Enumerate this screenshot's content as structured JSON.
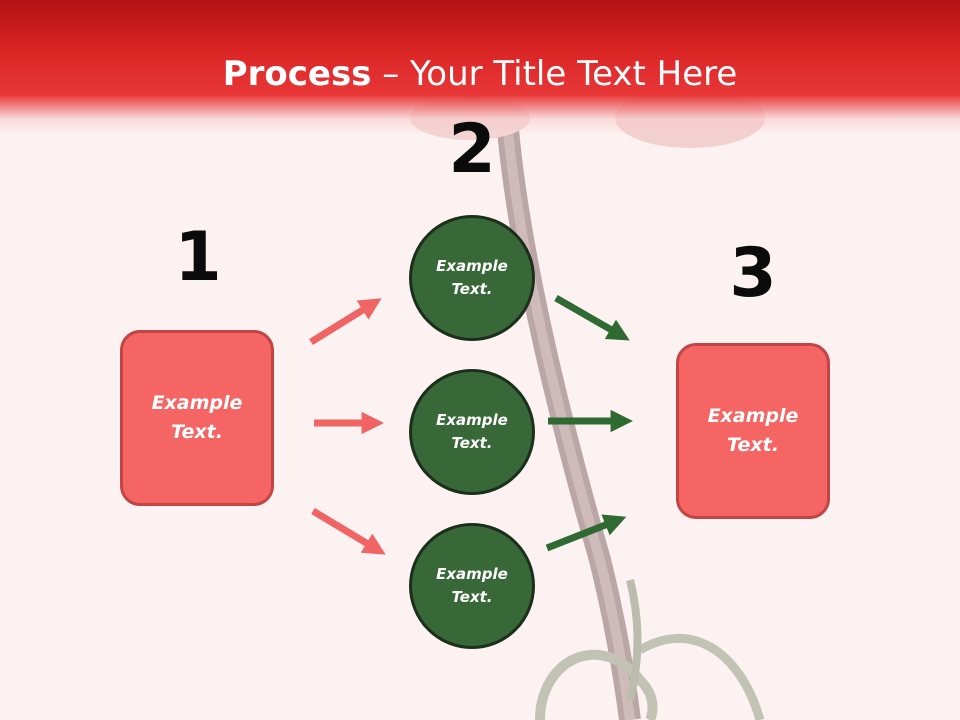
{
  "slide": {
    "title_bold": "Process",
    "title_rest": " – Your Title Text Here"
  },
  "steps": {
    "one": {
      "number": "1",
      "line1": "Example",
      "line2": "Text."
    },
    "two": {
      "number": "2",
      "circles": [
        {
          "line1": "Example",
          "line2": "Text."
        },
        {
          "line1": "Example",
          "line2": "Text."
        },
        {
          "line1": "Example",
          "line2": "Text."
        }
      ]
    },
    "three": {
      "number": "3",
      "line1": "Example",
      "line2": "Text."
    }
  },
  "colors": {
    "header": "#d92424",
    "box_fill": "#f46564",
    "box_border": "#c24444",
    "circle_fill": "#386838",
    "circle_border": "#1b2f1b",
    "arrow_red": "#f06464",
    "arrow_green": "#2f6a32",
    "background": "#fdf2f2"
  }
}
